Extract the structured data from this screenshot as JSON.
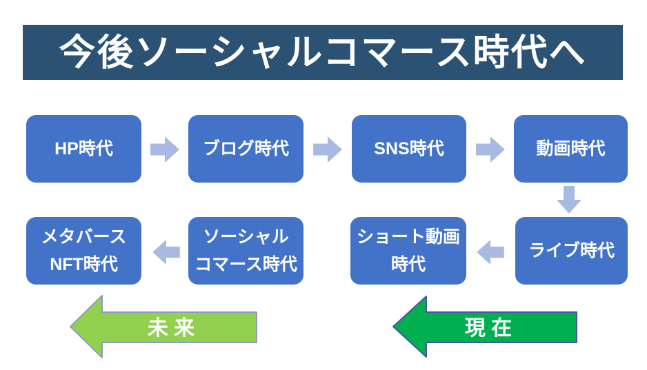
{
  "title": "今後ソーシャルコマース時代へ",
  "palette": {
    "header_bg": "#2B5272",
    "box_bg": "#4273C8",
    "box_text": "#FFFFFF",
    "flow_arrow": "#A9BAE2",
    "future_green": "#92D050",
    "present_green": "#00B050"
  },
  "boxes": {
    "hp": {
      "line1": "HP時代"
    },
    "blog": {
      "line1": "ブログ時代"
    },
    "sns": {
      "line1": "SNS時代"
    },
    "video": {
      "line1": "動画時代"
    },
    "live": {
      "line1": "ライブ時代"
    },
    "short_video": {
      "line1": "ショート動画",
      "line2": "時代"
    },
    "social_commerce": {
      "line1": "ソーシャル",
      "line2": "コマース時代"
    },
    "metaverse_nft": {
      "line1": "メタバース",
      "line2": "NFT時代"
    }
  },
  "sequence": [
    "hp",
    "blog",
    "sns",
    "video",
    "live",
    "short_video",
    "social_commerce",
    "metaverse_nft"
  ],
  "timeline": {
    "future": {
      "label": "未 来",
      "color": "#92D050"
    },
    "present": {
      "label": "現 在",
      "color": "#00B050"
    }
  },
  "icons": {
    "flow_arrow_right": "block-arrow-right",
    "flow_arrow_down": "block-arrow-down",
    "flow_arrow_left": "block-arrow-left",
    "timeline_arrow": "big-block-arrow-left"
  }
}
